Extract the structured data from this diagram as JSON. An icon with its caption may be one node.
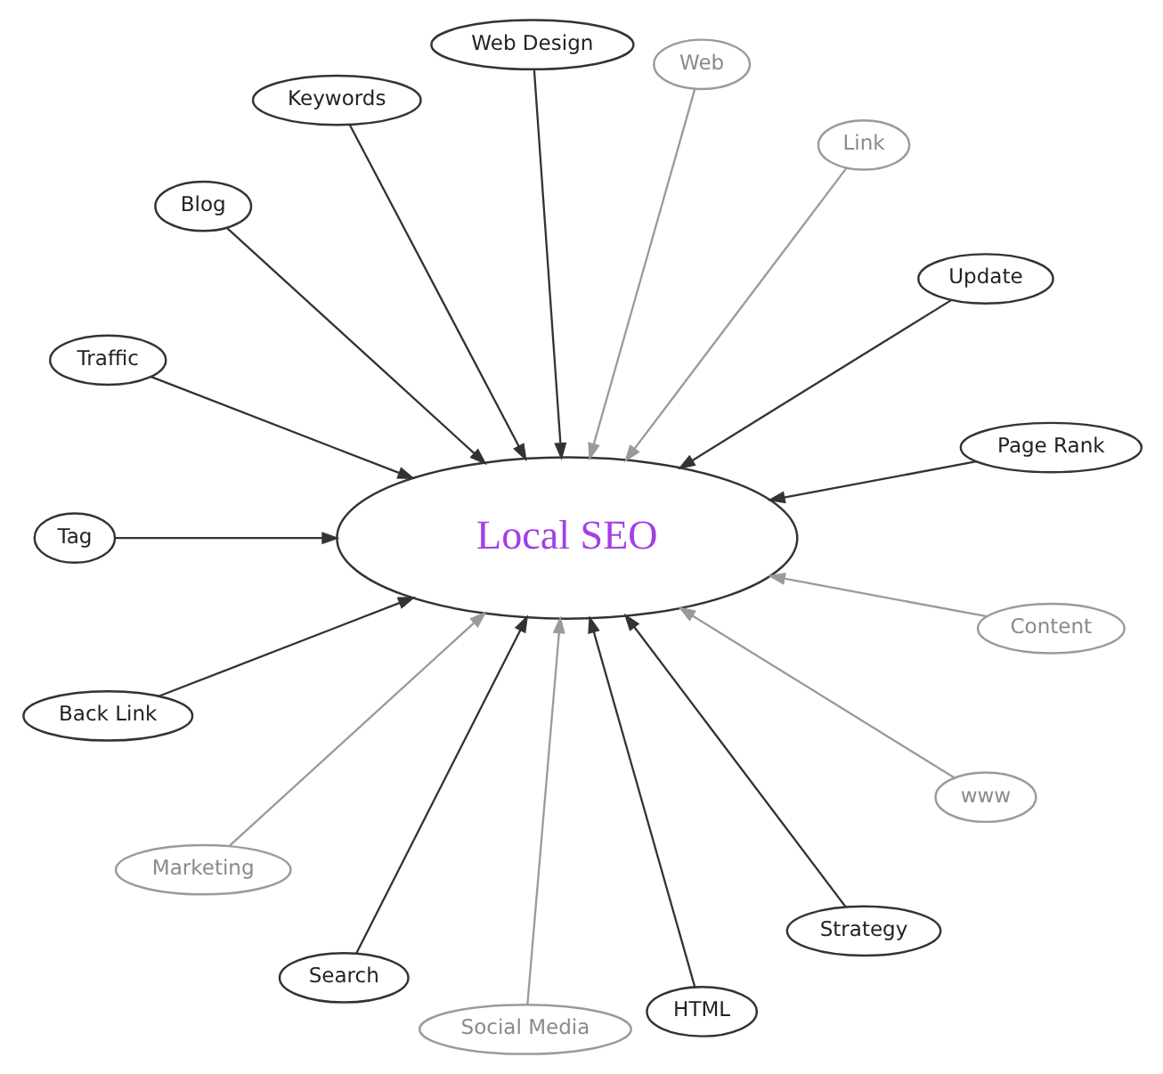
{
  "diagram": {
    "nodes": [
      {
        "text": [
          "Page Rank"
        ]
      },
      {
        "text": [
          "Update"
        ]
      },
      {
        "text": [
          "Link"
        ]
      },
      {
        "text": [
          "Web"
        ]
      },
      {
        "text": [
          "Web Design"
        ]
      },
      {
        "text": [
          "Keywords"
        ]
      },
      {
        "text": [
          "Blog"
        ]
      },
      {
        "text": [
          "Traffic"
        ]
      },
      {
        "text": [
          "Local SEO"
        ]
      },
      {
        "text": [
          "Tag"
        ]
      },
      {
        "text": [
          "Back Link"
        ]
      },
      {
        "text": [
          "Marketing"
        ]
      },
      {
        "text": [
          "Search"
        ]
      },
      {
        "text": [
          "Social Media"
        ]
      },
      {
        "text": [
          "HTML"
        ]
      },
      {
        "text": [
          "Strategy"
        ]
      },
      {
        "text": [
          "www"
        ]
      },
      {
        "text": [
          "Content"
        ]
      }
    ],
    "edges": [
      {
        "from": 2,
        "to": 8,
        "arrow": "to",
        "color": "#9a9a9a"
      },
      {
        "from": 0,
        "to": 8,
        "arrow": "to"
      },
      {
        "from": 1,
        "to": 8,
        "arrow": "to"
      },
      {
        "from": 3,
        "to": 8,
        "arrow": "to",
        "color": "#9a9a9a"
      },
      {
        "from": 5,
        "to": 8,
        "arrow": "to"
      },
      {
        "from": 4,
        "to": 8,
        "arrow": "to"
      },
      {
        "from": 6,
        "to": 8,
        "arrow": "to"
      },
      {
        "from": 7,
        "to": 8,
        "arrow": "to"
      },
      {
        "from": 10,
        "to": 8,
        "arrow": "to"
      },
      {
        "from": 9,
        "to": 8,
        "arrow": "to"
      },
      {
        "from": 11,
        "to": 8,
        "arrow": "to",
        "color": "#9a9a9a"
      },
      {
        "from": 12,
        "to": 8,
        "arrow": "to"
      },
      {
        "from": 14,
        "to": 8,
        "arrow": "to"
      },
      {
        "from": 13,
        "to": 8,
        "arrow": "to",
        "color": "#9a9a9a"
      },
      {
        "from": 16,
        "to": 8,
        "arrow": "to",
        "color": "#9a9a9a"
      },
      {
        "from": 15,
        "to": 8,
        "arrow": "to"
      },
      {
        "from": 17,
        "to": 8,
        "arrow": "to",
        "color": "#9a9a9a"
      }
    ]
  }
}
